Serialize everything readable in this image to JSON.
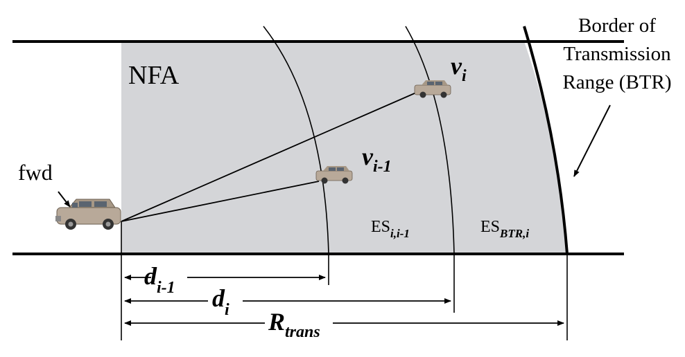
{
  "labels": {
    "nfa": "NFA",
    "fwd": "fwd",
    "btr_line1": "Border of",
    "btr_line2": "Transmission",
    "btr_line3": "Range (BTR)",
    "vi_main": "v",
    "vi_sub": "i",
    "vi1_main": "v",
    "vi1_sub": "i-1",
    "es1_main": "ES",
    "es1_sub": "i,i-1",
    "es2_main": "ES",
    "es2_sub": "BTR,i",
    "d1_main": "d",
    "d1_sub": "i-1",
    "d2_main": "d",
    "d2_sub": "i",
    "r_main": "R",
    "r_sub": "trans"
  },
  "colors": {
    "region_fill": "#d4d5d8",
    "line": "#000000",
    "car_body": "#b8a999",
    "car_window": "#5a6470"
  },
  "icons": {
    "forwarder": "car-icon",
    "vehicle_i": "car-icon",
    "vehicle_i_minus_1": "car-icon"
  }
}
